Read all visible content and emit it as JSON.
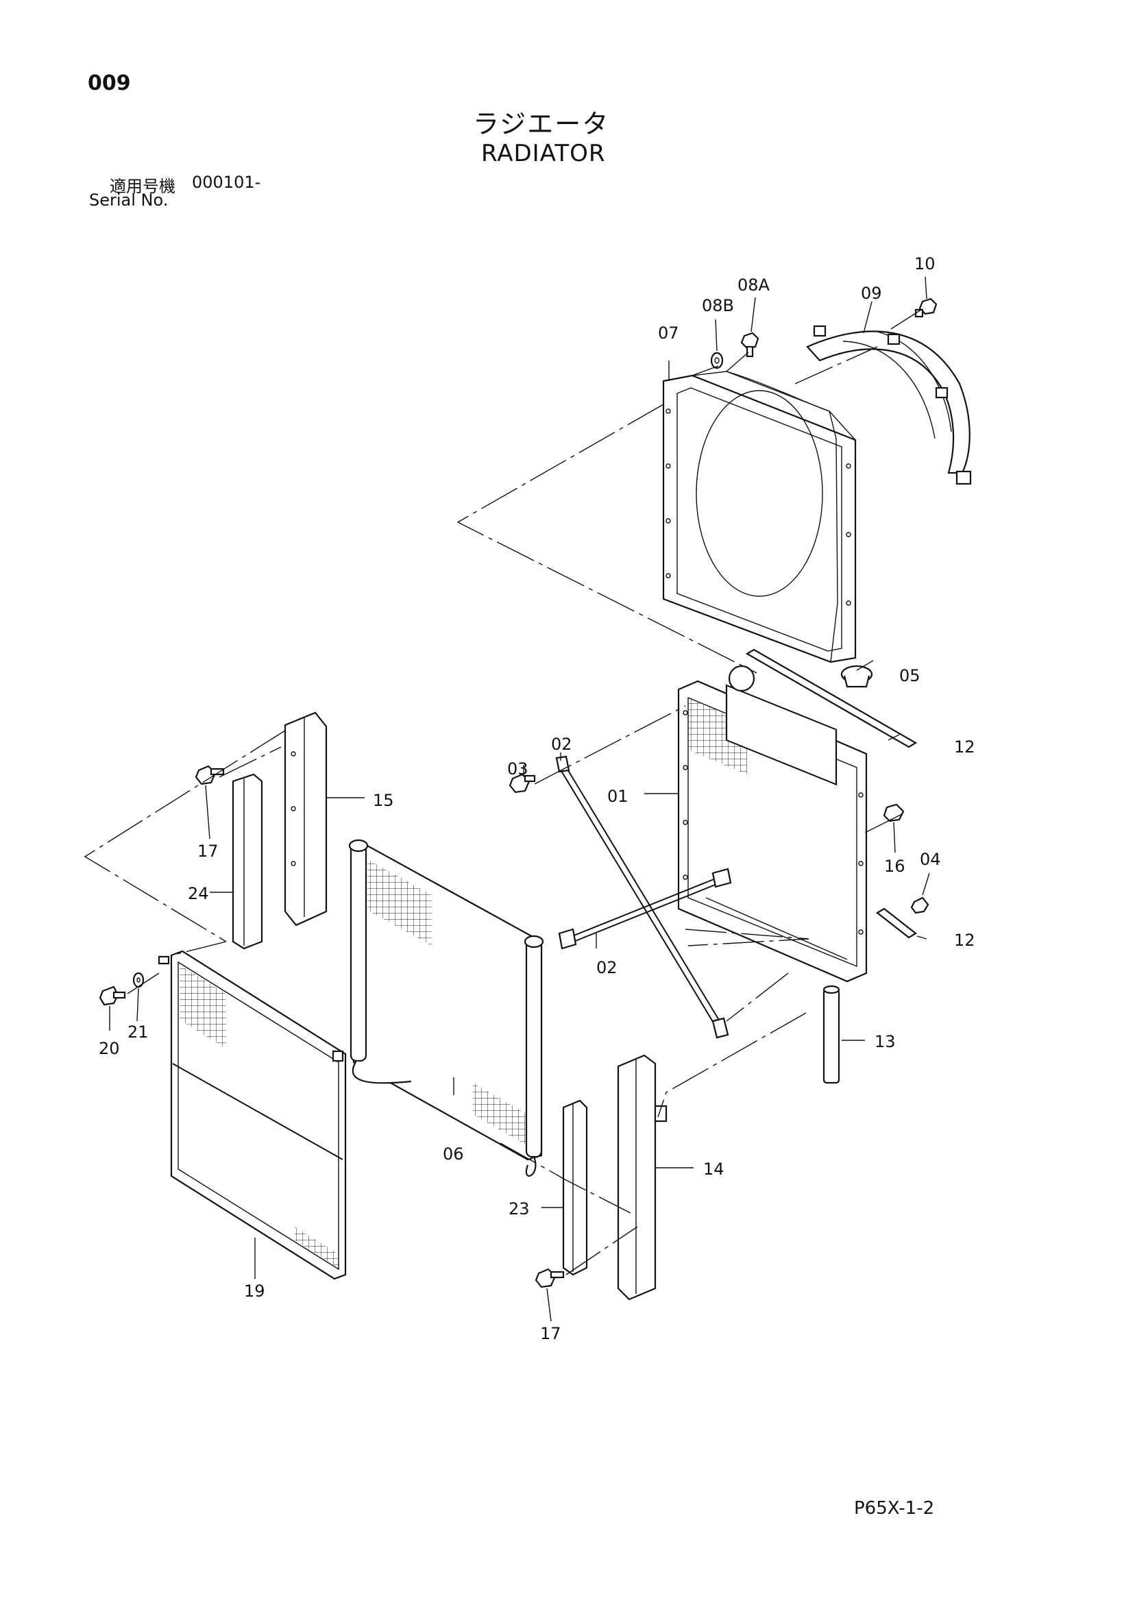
{
  "header": {
    "page_number": "009",
    "title_jp": "ラジエータ",
    "title_en": "RADIATOR",
    "serial_label_jp": "適用号機",
    "serial_value": "000101-",
    "serial_label_en": "Serial No."
  },
  "footer": {
    "drawing_code": "P65X-1-2"
  },
  "callouts": {
    "c01": "01",
    "c02a": "02",
    "c02b": "02",
    "c03": "03",
    "c04": "04",
    "c05": "05",
    "c06": "06",
    "c07": "07",
    "c08a": "08A",
    "c08b": "08B",
    "c09": "09",
    "c10": "10",
    "c12a": "12",
    "c12b": "12",
    "c13": "13",
    "c14": "14",
    "c15": "15",
    "c16": "16",
    "c17a": "17",
    "c17b": "17",
    "c19": "19",
    "c20": "20",
    "c21": "21",
    "c23": "23",
    "c24": "24"
  }
}
